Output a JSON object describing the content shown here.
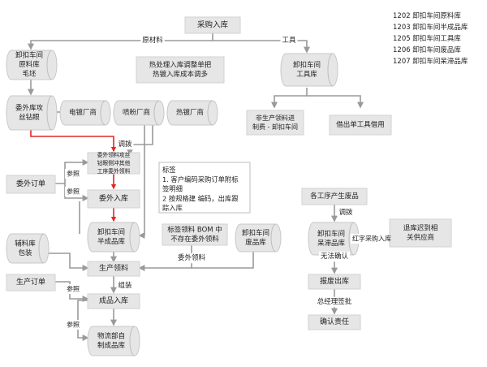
{
  "legend": [
    "1202 卸扣车间原料库",
    "1203 卸扣车间半成品库",
    "1205 卸扣车间工具库",
    "1206 卸扣车间废品库",
    "1207 卸扣车间呆滞品库"
  ],
  "nodes": {
    "purchase_in": "采购入库",
    "raw_store": [
      "卸扣车间",
      "原料库",
      "毛坯"
    ],
    "heat_note": [
      "热处理入库调整单把",
      "热镀入库成本调多"
    ],
    "tool_store": [
      "卸扣车间",
      "工具库"
    ],
    "outsource_store": [
      "委外库攻",
      "丝钻眼"
    ],
    "plating": "电镀厂商",
    "spray": "喷粉厂商",
    "hot_galv": "热镀厂商",
    "non_prod_pick": [
      "非生产领料进",
      "制费 - 卸扣车间"
    ],
    "tool_borrow": "借出单工具借用",
    "outsource_pick": [
      "委外领料攻丝",
      "钻眼侧冲其他",
      "工序委外领料"
    ],
    "outsource_order": "委外订单",
    "outsource_in": "委外入库",
    "semi_store": [
      "卸扣车间",
      "半成品库"
    ],
    "aux_store": [
      "辅料库",
      "包装"
    ],
    "label_note": [
      "标签",
      "1. 客户编码采购订单附标",
      "签明细",
      "2 按规格建 编码，出库跟",
      "踪入库"
    ],
    "bom_note": [
      "标签领料 BOM 中",
      "不存在委外领料"
    ],
    "scrap_store": [
      "卸扣车间",
      "废品库"
    ],
    "prod_order": "生产订单",
    "prod_pick": "生产领料",
    "finished_in": "成品入库",
    "logistics_store": [
      "物流部自",
      "制成品库"
    ],
    "scrap_gen": "各工序产生废品",
    "slow_store": [
      "卸扣车间",
      "呆滞品库"
    ],
    "return_supplier": [
      "退库迟到相",
      "关供应商"
    ],
    "scrap_out": "报废出库",
    "confirm": "确认责任"
  },
  "labels": {
    "raw_material": "原材料",
    "tools": "工具",
    "transfer1": "调拨",
    "ref1": "参照",
    "ref2": "参照",
    "ref3": "参照",
    "ref4": "参照",
    "outsource_pick_label": "委外领料",
    "assemble": "组装",
    "transfer2": "调拨",
    "red_purchase_in": "红字采购入库",
    "cannot_confirm": "无法确认",
    "gm_approve": "总经理签批"
  }
}
